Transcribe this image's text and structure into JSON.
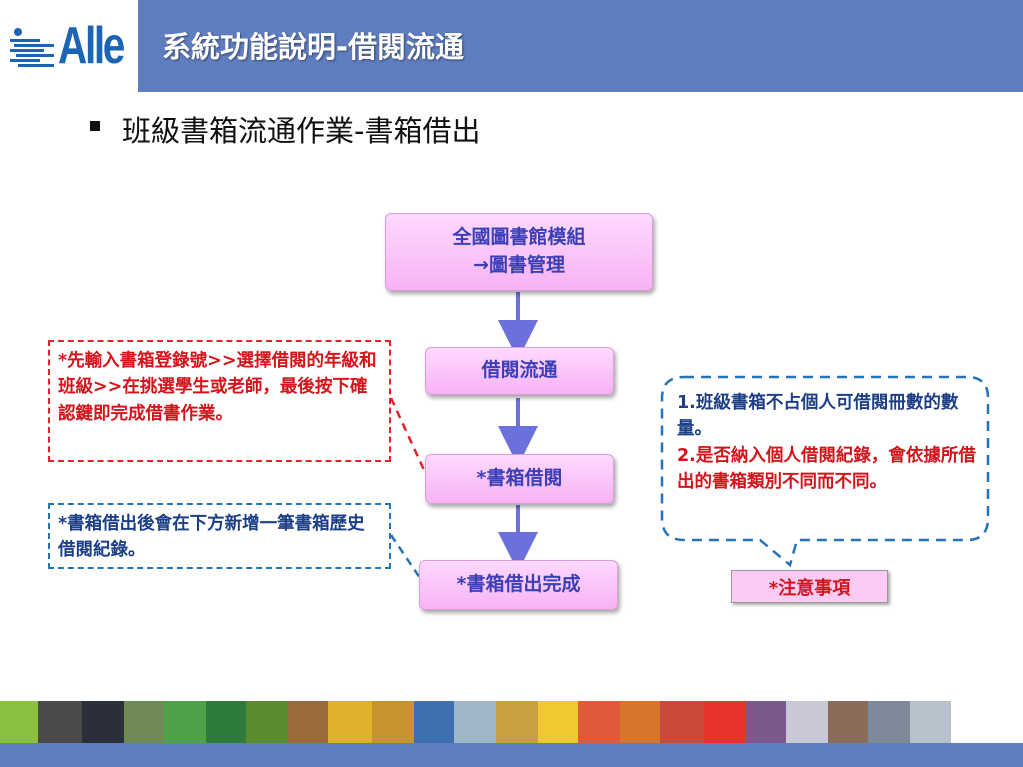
{
  "header": {
    "logo_text": "Alle",
    "title": "系統功能說明-借閱流通"
  },
  "subtitle": "班級書箱流通作業-書箱借出",
  "flow": {
    "step1_line1": "全國圖書館模組",
    "step1_line2": "→圖書管理",
    "step2": "借閱流通",
    "step3": "*書箱借閱",
    "step4": "*書箱借出完成"
  },
  "notes": {
    "red_note": "*先輸入書箱登錄號>>選擇借閱的年級和班級>>在挑選學生或老師，最後按下確認鍵即完成借書作業。",
    "blue_note": "*書箱借出後會在下方新增一筆書箱歷史借閱紀錄。",
    "bubble_line1": "1.班級書箱不占個人可借閱冊數的數量。",
    "bubble_line2": "2.是否納入個人借閱紀錄，會依據所借出的書箱類別不同而不同。",
    "caution_tag": "*注意事項"
  },
  "colors": {
    "header_blue": "#5f7ec0",
    "box_text": "#3a3fb7",
    "red": "#d4141b",
    "navy": "#1c3f86",
    "arrow": "#6c70dc"
  }
}
